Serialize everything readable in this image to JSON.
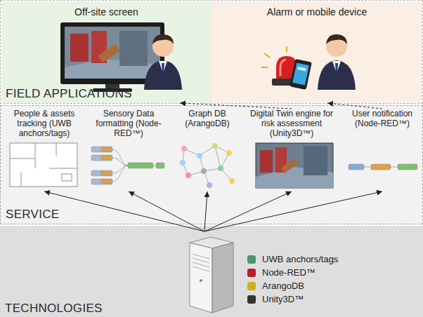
{
  "diagram": {
    "nodes": [
      {
        "text": [
          "FIELD APPLICATIONS"
        ]
      },
      {
        "text": [
          "Off-site screen"
        ],
        "in": 0
      },
      {
        "text": [
          "Alarm or mobile device"
        ],
        "in": 0
      },
      {
        "text": [
          "SERVICE"
        ]
      },
      {
        "text": [
          "People & assets tracking (UWB anchors/tags)"
        ],
        "in": 3
      },
      {
        "text": [
          "Sensory Data formatting (Node-RED™)"
        ],
        "in": 3
      },
      {
        "text": [
          "Graph DB (ArangoDB)"
        ],
        "in": 3
      },
      {
        "text": [
          "Digital Twin engine for risk assessment (Unity3D™)"
        ],
        "in": 3
      },
      {
        "text": [
          "User notification (Node-RED™)"
        ],
        "in": 3
      },
      {
        "text": [
          "TECHNOLOGIES"
        ]
      },
      {
        "text": [
          "UWB anchors/tags",
          "Node-RED™",
          "ArangoDB",
          "Unity3D™"
        ],
        "in": 9
      }
    ],
    "edges": [
      {
        "from": 10,
        "to": 4,
        "arrow": "to"
      },
      {
        "from": 10,
        "to": 5,
        "arrow": "to"
      },
      {
        "from": 10,
        "to": 6,
        "arrow": "to"
      },
      {
        "from": 10,
        "to": 7,
        "arrow": "to"
      },
      {
        "from": 10,
        "to": 8,
        "arrow": "to"
      },
      {
        "from": 7,
        "to": 1,
        "arrow": "to"
      },
      {
        "from": 8,
        "to": 2,
        "arrow": "to"
      }
    ]
  }
}
